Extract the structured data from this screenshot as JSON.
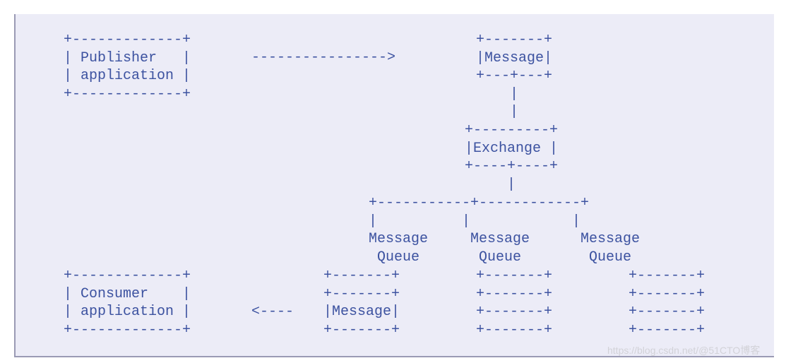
{
  "diagram": {
    "publisher_block": "+-------------+\n| Publisher   |\n| application |\n+-------------+",
    "publish_arrow": "---------------->",
    "message_block": "+-------+\n|Message|\n+---+---+\n    |\n    |",
    "exchange_block": "+---------+\n|Exchange |\n+----+----+\n     |",
    "fanout_block": "+-----------+------------+\n|          |            |\nMessage     Message      Message\n Queue       Queue        Queue",
    "consumer_block": "+-------------+\n| Consumer    |\n| application |\n+-------------+",
    "consume_arrow": "<----",
    "queue1_block": "+-------+\n+-------+\n|Message|\n+-------+",
    "queue2_block": "+-------+\n+-------+\n+-------+\n+-------+",
    "queue3_block": "+-------+\n+-------+\n+-------+\n+-------+"
  },
  "watermark": "https://blog.csdn.net/@51CTO博客"
}
